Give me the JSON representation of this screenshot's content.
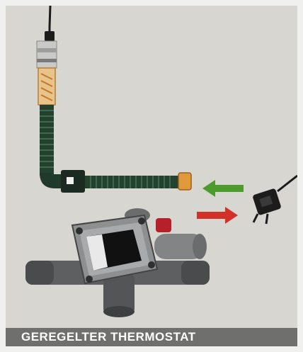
{
  "caption": {
    "title": "GEREGELTER THERMOSTAT"
  },
  "illustration": {
    "subject": "thermostat-housing-with-heater-element-and-connector",
    "arrows": [
      {
        "name": "arrow-left",
        "color": "#4c9b2c"
      },
      {
        "name": "arrow-right",
        "color": "#d4302a"
      }
    ],
    "colors": {
      "background": "#d7d6d1",
      "cable": "#1f3a2a",
      "housing": "#5e5f60",
      "connector": "#1c1c1c",
      "amber": "#e09a3c",
      "red_plug": "#b5202a",
      "caption_bar": "#6f6f6d"
    }
  }
}
